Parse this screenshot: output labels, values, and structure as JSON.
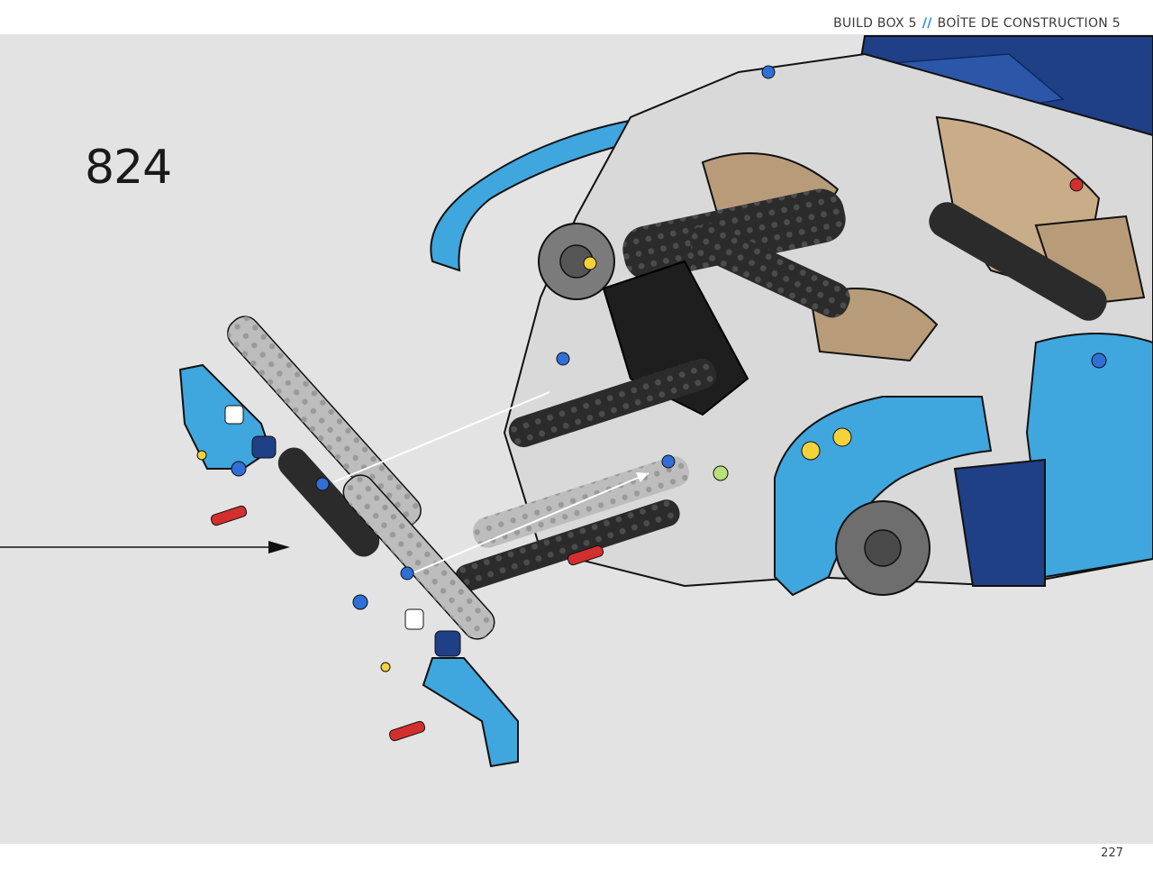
{
  "header": {
    "build_box_en": "BUILD BOX 5",
    "separator": "//",
    "build_box_fr": "BOÎTE DE CONSTRUCTION 5"
  },
  "step": {
    "number": "824"
  },
  "footer": {
    "page_number": "227"
  },
  "colors": {
    "background": "#e3e3e3",
    "accent_blue": "#1e88e5",
    "body_blue": "#3fa6de",
    "dark_blue": "#1f3f86",
    "beam_black": "#2b2b2b",
    "beam_gray": "#bdbdbd",
    "tan": "#b89c79",
    "pin_red": "#d32f2f",
    "pin_yellow": "#f3d23a"
  }
}
